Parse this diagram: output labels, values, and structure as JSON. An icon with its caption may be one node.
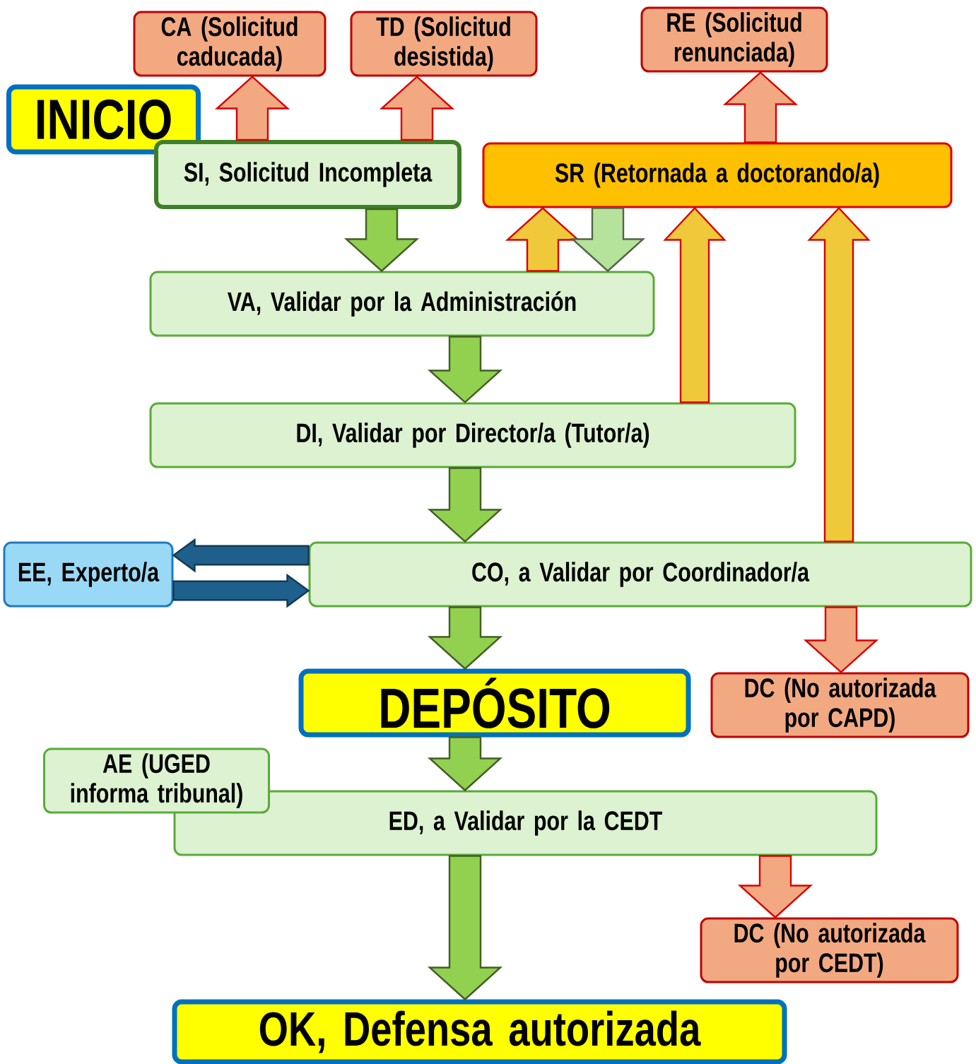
{
  "diagram": {
    "nodes": [
      {
        "text": [
          "CA (Solicitud caducada)"
        ]
      },
      {
        "text": [
          "TD (Solicitud desistida)"
        ]
      },
      {
        "text": [
          "RE (Solicitud renunciada)"
        ]
      },
      {
        "text": [
          "INICIO"
        ]
      },
      {
        "text": [
          "SI, Solicitud Incompleta"
        ]
      },
      {
        "text": [
          "SR (Retornada a doctorando/a)"
        ]
      },
      {
        "text": [
          "VA, Validar por la Administración"
        ]
      },
      {
        "text": [
          "DI, Validar por Director/a (Tutor/a)"
        ]
      },
      {
        "text": [
          "EE, Experto/a"
        ]
      },
      {
        "text": [
          "CO, a Validar por Coordinador/a"
        ]
      },
      {
        "text": [
          "DEPÓSITO"
        ]
      },
      {
        "text": [
          "DC (No autorizada por CAPD)"
        ]
      },
      {
        "text": [
          "AE (UGED informa tribunal)"
        ]
      },
      {
        "text": [
          "ED, a Validar por la CEDT"
        ]
      },
      {
        "text": [
          "DC (No autorizada por CEDT)"
        ]
      },
      {
        "text": [
          "OK, Defensa autorizada"
        ]
      }
    ],
    "edges": [
      {
        "from": 4,
        "to": 0,
        "arrow": "to",
        "color": "#f2a982"
      },
      {
        "from": 4,
        "to": 1,
        "arrow": "to",
        "color": "#f2a982"
      },
      {
        "from": 5,
        "to": 2,
        "arrow": "to",
        "color": "#f2a982"
      },
      {
        "from": 4,
        "to": 6,
        "arrow": "to"
      },
      {
        "from": 6,
        "to": 5,
        "arrow": "to",
        "color": "#f0c93a"
      },
      {
        "from": 5,
        "to": 6,
        "arrow": "to",
        "color": "#b5e39c"
      },
      {
        "from": 6,
        "to": 7,
        "arrow": "to"
      },
      {
        "from": 7,
        "to": 5,
        "arrow": "to",
        "color": "#f0c93a"
      },
      {
        "from": 7,
        "to": 9,
        "arrow": "to"
      },
      {
        "from": 9,
        "to": 5,
        "arrow": "to",
        "color": "#f0c93a"
      },
      {
        "from": 9,
        "to": 8,
        "arrow": "to",
        "color": "#1f5f8b"
      },
      {
        "from": 8,
        "to": 9,
        "arrow": "to",
        "color": "#1f5f8b"
      },
      {
        "from": 9,
        "to": 11,
        "arrow": "to",
        "color": "#f2a982"
      },
      {
        "from": 9,
        "to": 10,
        "arrow": "to"
      },
      {
        "from": 10,
        "to": 13,
        "arrow": "to"
      },
      {
        "from": 13,
        "to": 14,
        "arrow": "to",
        "color": "#f2a982"
      },
      {
        "from": 13,
        "to": 15,
        "arrow": "to"
      }
    ]
  }
}
